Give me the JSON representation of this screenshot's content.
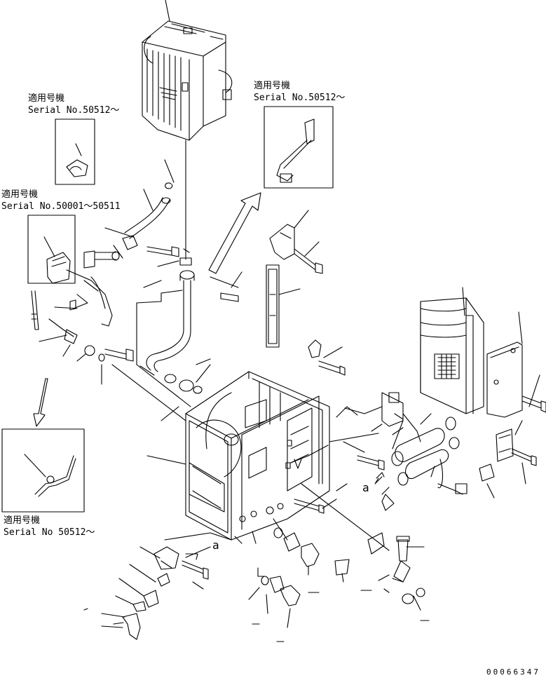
{
  "serial_notes": [
    {
      "jp": "適用号機",
      "serial": "Serial No.50512～"
    },
    {
      "jp": "適用号機",
      "serial": "Serial No.50512～"
    },
    {
      "jp": "適用号機",
      "serial": "Serial No.50001～50511"
    },
    {
      "jp": "適用号機",
      "serial": "Serial No 50512～"
    }
  ],
  "ref_marks": {
    "a1": "a",
    "a2": "a"
  },
  "drawing_code": "00066347",
  "colors": {
    "line": "#000000",
    "background": "#ffffff"
  }
}
